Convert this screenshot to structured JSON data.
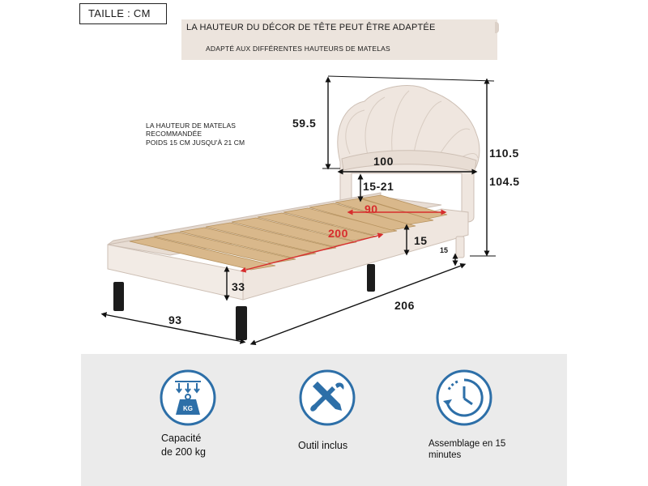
{
  "size_label": "TAILLE : CM",
  "banner": {
    "title": "LA HAUTEUR DU DÉCOR DE TÊTE PEUT ÊTRE ADAPTÉE",
    "subtitle": "ADAPTÉ AUX DIFFÉRENTES HAUTEURS DE MATELAS"
  },
  "mattress_note": {
    "line1": "LA HAUTEUR DE MATELAS",
    "line2": "RECOMMANDÉE",
    "line3": "POIDS 15 CM JUSQU'À 21 CM"
  },
  "dimensions": {
    "headboard_height": "59.5",
    "headboard_width": "100",
    "adjust_range": "15-21",
    "total_height_max": "110.5",
    "total_height_min": "104.5",
    "inner_width": "90",
    "inner_length": "200",
    "side_height": "15",
    "leg_clearance": "15",
    "frame_height": "33",
    "overall_width": "93",
    "overall_length": "206"
  },
  "colors": {
    "upholstery": "#efe6df",
    "slats": "#d9b88b",
    "legs": "#1c1c1c",
    "accent": "#2d6fa8",
    "dim_red": "#d72d2d"
  },
  "features": [
    {
      "icon": "weight-capacity-icon",
      "line1": "Capacité",
      "line2": "de 200 kg",
      "badge": "KG"
    },
    {
      "icon": "tools-icon",
      "line1": "Outil inclus",
      "line2": ""
    },
    {
      "icon": "clock-assembly-icon",
      "line1": "Assemblage en 15",
      "line2": "minutes"
    }
  ]
}
